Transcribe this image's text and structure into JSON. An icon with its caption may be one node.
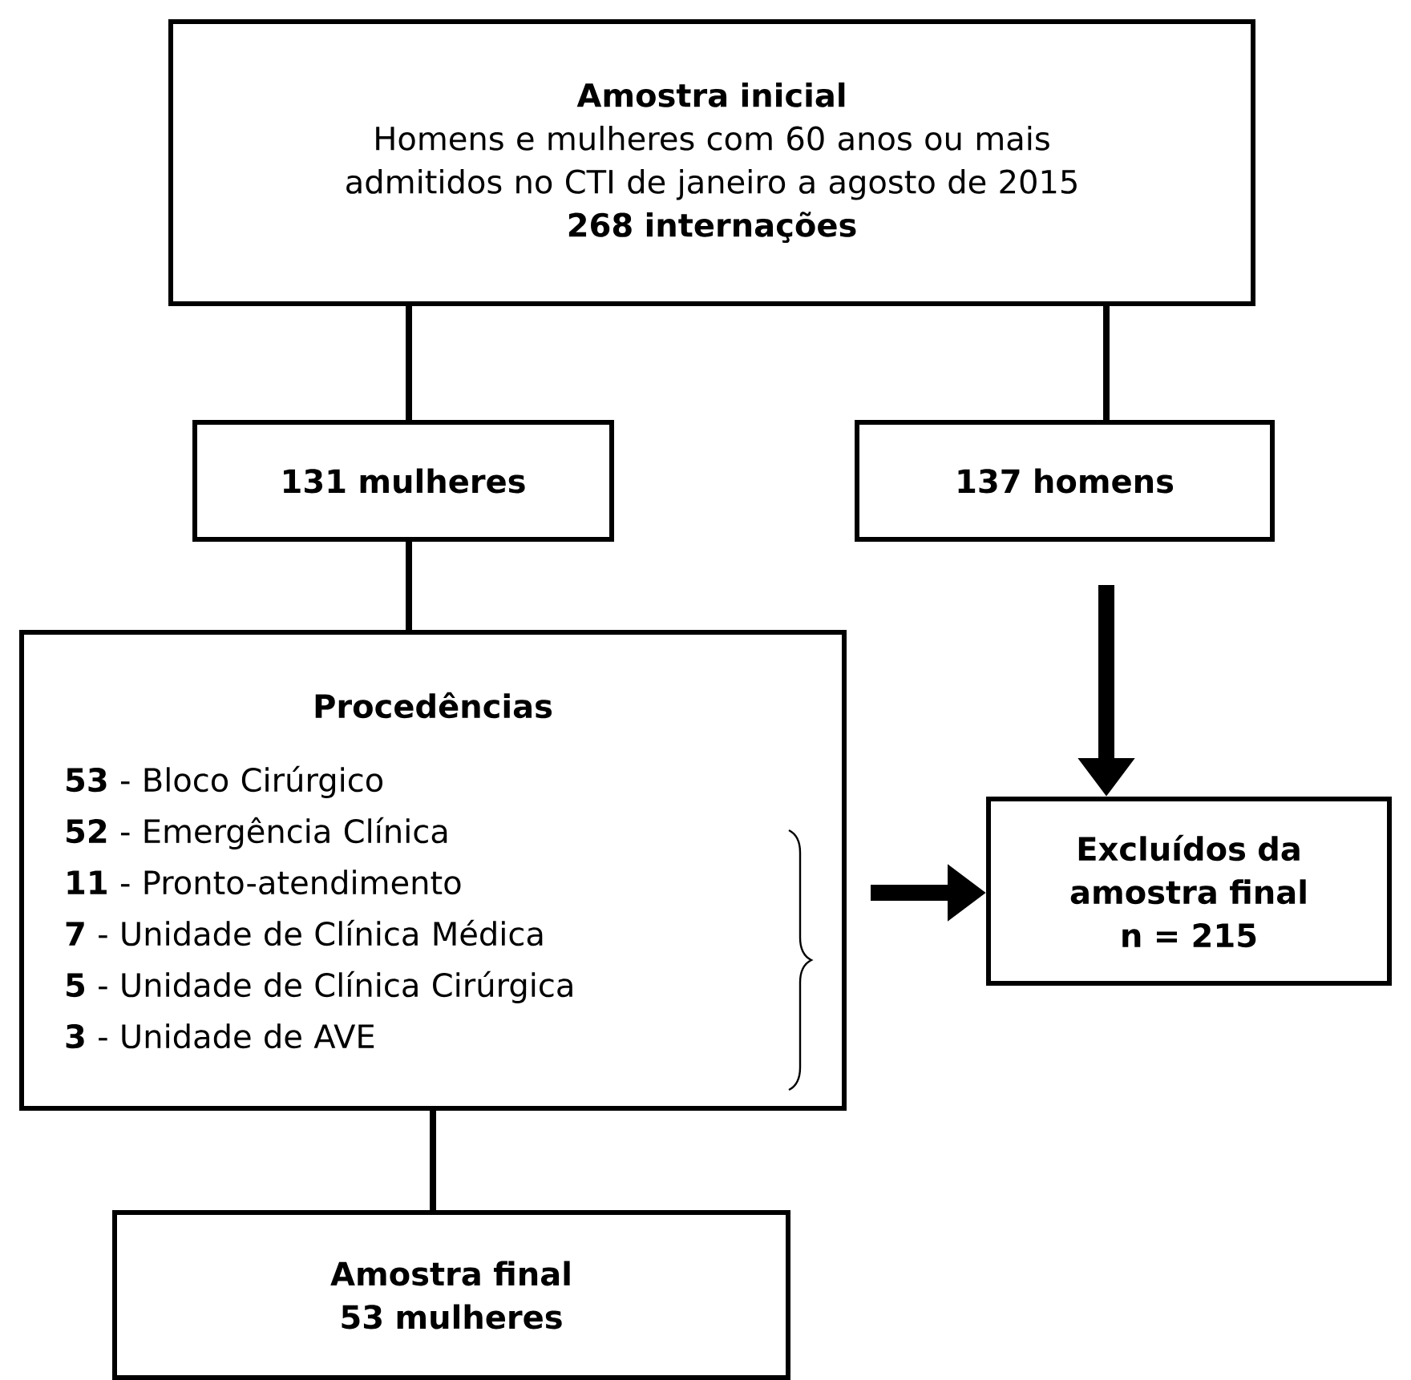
{
  "diagram": {
    "nodes": [
      {
        "text": [
          "Amostra inicial",
          "Homens e mulheres com 60 anos ou mais admitidos no CTI de janeiro a agosto de 2015",
          "268 internações"
        ]
      },
      {
        "text": [
          "131 mulheres"
        ]
      },
      {
        "text": [
          "137 homens"
        ]
      },
      {
        "text": [
          "Procedências",
          "**53** - Bloco Cirúrgico",
          "**52** - Emergência Clínica",
          "**11** - Pronto-atendimento",
          "**7** - Unidade de Clínica Médica",
          "**5** - Unidade de Clínica Cirúrgica",
          "**3** - Unidade de AVE"
        ]
      },
      {
        "text": [
          "Excluídos da amostra final",
          "n = 215"
        ]
      },
      {
        "text": [
          "Amostra final",
          "53 mulheres"
        ]
      }
    ],
    "edges": [
      {
        "from": 0,
        "to": 1,
        "arrow": "none"
      },
      {
        "from": 0,
        "to": 2,
        "arrow": "none"
      },
      {
        "from": 1,
        "to": 3,
        "arrow": "none"
      },
      {
        "from": 2,
        "to": 4,
        "arrow": "to",
        "style": "thick"
      },
      {
        "from": 3,
        "to": 4,
        "arrow": "to",
        "style": "thick"
      },
      {
        "from": 3,
        "to": 5,
        "arrow": "none"
      }
    ]
  }
}
